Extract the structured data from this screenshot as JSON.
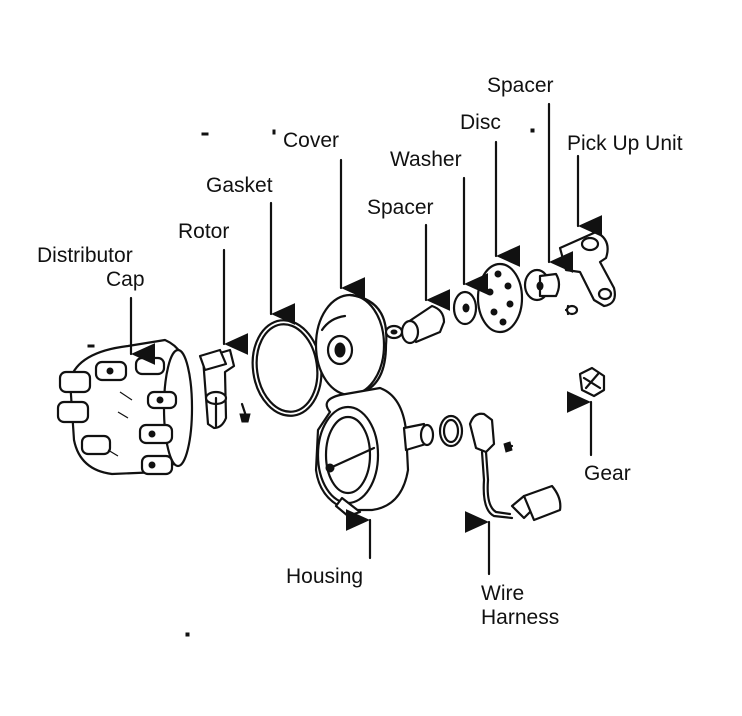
{
  "labels": {
    "distributor_cap_line1": "Distributor",
    "distributor_cap_line2": "Cap",
    "rotor": "Rotor",
    "gasket": "Gasket",
    "cover": "Cover",
    "spacer_front": "Spacer",
    "washer": "Washer",
    "disc": "Disc",
    "spacer_rear": "Spacer",
    "pick_up_unit": "Pick Up Unit",
    "gear": "Gear",
    "housing": "Housing",
    "wire_harness_line1": "Wire",
    "wire_harness_line2": "Harness"
  }
}
